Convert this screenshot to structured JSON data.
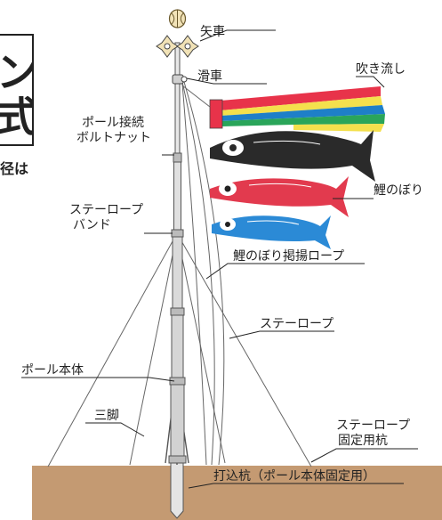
{
  "title": {
    "line1": "ン",
    "line2": "式"
  },
  "side_note": "径は",
  "labels": {
    "yaguruma": "矢車",
    "kassha": "滑車",
    "fukinagashi": "吹き流し",
    "pole_joint_line1": "ポール接続",
    "pole_joint_line2": "ボルトナット",
    "koinobori": "鯉のぼり",
    "stay_band_line1": "ステーロープ",
    "stay_band_line2": "バンド",
    "hoist_rope": "鯉のぼり掲揚ロープ",
    "stay_rope": "ステーロープ",
    "pole_body": "ポール本体",
    "tripod": "三脚",
    "stake_line1": "ステーロープ",
    "stake_line2": "固定用杭",
    "driving_stake": "打込杭（ポール本体固定用）"
  },
  "colors": {
    "ground": "#c49a72",
    "pole": "#d8d8d8",
    "streamer_red": "#e8334a",
    "streamer_yellow": "#f4e04d",
    "streamer_blue": "#1e7fc8",
    "streamer_green": "#2aa55a",
    "carp_black": "#2a2a2a",
    "carp_red": "#e23a4e",
    "carp_blue": "#2b8ad6"
  }
}
